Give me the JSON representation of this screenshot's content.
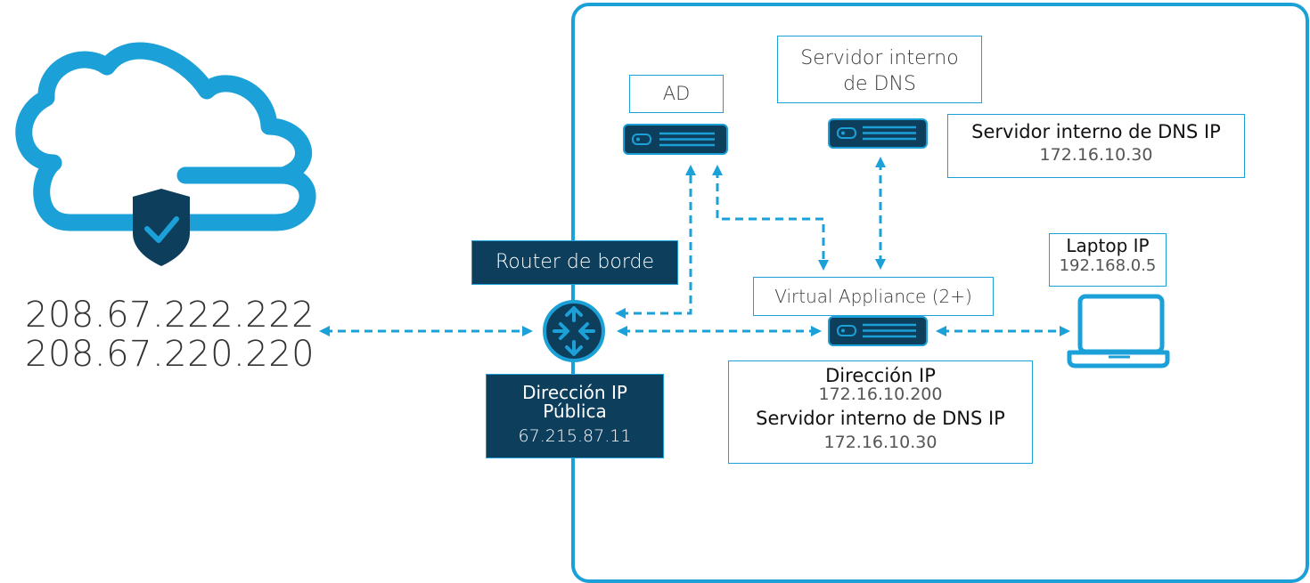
{
  "internet": {
    "dns_ip_1": "208.67.222.222",
    "dns_ip_2": "208.67.220.220"
  },
  "edge_router": {
    "label": "Router de borde",
    "public_ip_label": "Dirección IP Pública",
    "public_ip": "67.215.87.11"
  },
  "ad": {
    "label": "AD"
  },
  "internal_dns": {
    "label": "Servidor interno de DNS",
    "ip_label": "Servidor interno de DNS IP",
    "ip": "172.16.10.30"
  },
  "virtual_appliance": {
    "label": "Virtual Appliance (2+)",
    "ip_label": "Dirección IP",
    "ip": "172.16.10.200",
    "dns_label": "Servidor interno de DNS IP",
    "dns_ip": "172.16.10.30"
  },
  "laptop": {
    "ip_label": "Laptop IP",
    "ip": "192.168.0.5"
  },
  "icons": [
    "cloud-shield-icon",
    "router-icon",
    "server-icon",
    "laptop-icon"
  ],
  "colors": {
    "accent": "#1ba0d7",
    "dark_box": "#0d3e5c",
    "server": "#0d3e5c"
  }
}
